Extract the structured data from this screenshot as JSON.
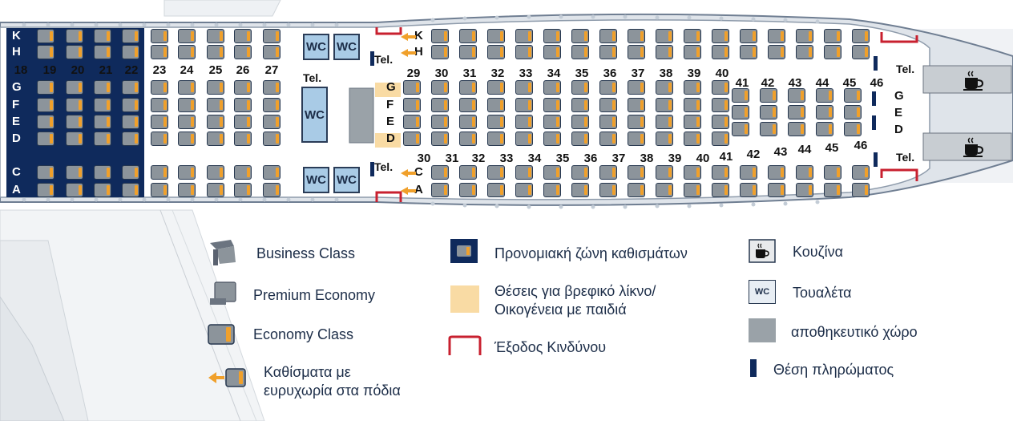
{
  "map": {
    "colors": {
      "fuselage_outline": "#6f7e92",
      "cabin": "#ffffff",
      "premium_zone": "#0f2a5c",
      "seat_body": "#8c949b",
      "seat_accent": "#f0a02b",
      "wc_fill": "#a9cbe6",
      "bassinet": "#f9dba4",
      "exit": "#c8202f",
      "storage": "#9aa2a8"
    },
    "front_rows": [
      "18",
      "19",
      "20",
      "21",
      "22"
    ],
    "rows_23_27": [
      "23",
      "24",
      "25",
      "26",
      "27"
    ],
    "mid_top_rows": [
      "29",
      "30",
      "31",
      "32",
      "33",
      "34",
      "35",
      "36",
      "37",
      "38",
      "39",
      "40"
    ],
    "aft_center_rows": [
      "41",
      "42",
      "43",
      "44",
      "45",
      "46"
    ],
    "lower_rows": [
      "30",
      "31",
      "32",
      "33",
      "34",
      "35",
      "36",
      "37",
      "38",
      "39",
      "40",
      "41",
      "42",
      "43",
      "44",
      "45",
      "46"
    ],
    "front_letters": {
      "top": [
        "K",
        "H"
      ],
      "center": [
        "G",
        "F",
        "E",
        "D"
      ],
      "bottom": [
        "C",
        "A"
      ]
    },
    "mid_letters": {
      "top": [
        "K",
        "H"
      ],
      "center": [
        "G",
        "F",
        "E",
        "D"
      ],
      "bottom": [
        "C",
        "A"
      ]
    },
    "aft_letters": [
      "G",
      "E",
      "D"
    ],
    "wc_label": "WC",
    "tel_label": "Tel."
  },
  "legend": {
    "business": "Business Class",
    "premium_economy": "Premium Economy",
    "economy": "Economy Class",
    "legroom": [
      "Καθίσματα με",
      "ευρυχωρία στα πόδια"
    ],
    "preferred_zone": "Προνομιακή ζώνη καθισμάτων",
    "bassinet": [
      "Θέσεις για βρεφικό λίκνο/",
      "Οικογένεια με παιδιά"
    ],
    "emergency_exit": "Έξοδος Κινδύνου",
    "galley": "Κουζίνα",
    "toilet": "Τουαλέτα",
    "toilet_icon_label": "WC",
    "storage": "αποθηκευτικό χώρο",
    "crew_seat": "Θέση πληρώματος"
  }
}
